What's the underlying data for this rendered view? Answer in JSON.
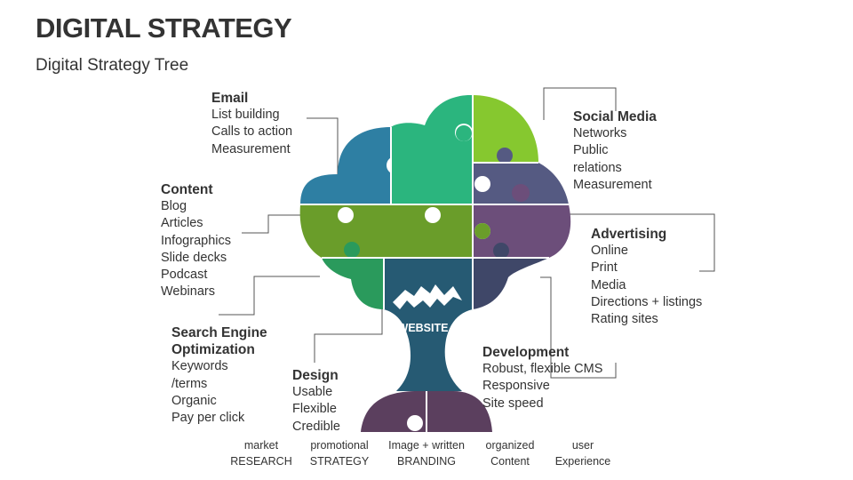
{
  "title": "DIGITAL STRATEGY",
  "subtitle": "Digital Strategy Tree",
  "center_label": "WEBSITE",
  "colors": {
    "email": "#2E7FA3",
    "content": "#6A9D2A",
    "seo": "#2A9A5C",
    "website": "#265A73",
    "design": "#2BB57E",
    "social": "#86C82F",
    "social_lower": "#555A82",
    "advertising": "#6C4E7A",
    "development": "#3F4768",
    "root": "#5B3F5E",
    "connector": "#555555"
  },
  "branches": {
    "email": {
      "heading": "Email",
      "items": [
        "List building",
        "Calls to action",
        "Measurement"
      ]
    },
    "content": {
      "heading": "Content",
      "items": [
        "Blog",
        "Articles",
        "Infographics",
        "Slide decks",
        "Podcast",
        "Webinars"
      ]
    },
    "seo": {
      "heading_lines": [
        "Search Engine",
        "Optimization"
      ],
      "items": [
        "Keywords",
        "/terms",
        "Organic",
        "Pay  per click"
      ]
    },
    "design": {
      "heading": "Design",
      "items": [
        "Usable",
        "Flexible",
        "Credible"
      ]
    },
    "social": {
      "heading": "Social Media",
      "items": [
        "Networks",
        "Public",
        "relations",
        "Measurement"
      ]
    },
    "advertising": {
      "heading": "Advertising",
      "items": [
        "Online",
        "Print",
        "Media",
        "Directions + listings",
        "Rating sites"
      ]
    },
    "development": {
      "heading": "Development",
      "items": [
        "Robust, flexible CMS",
        "Responsive",
        "Site speed"
      ]
    }
  },
  "footer": [
    {
      "line1": "market",
      "line2": "RESEARCH"
    },
    {
      "line1": "promotional",
      "line2": "STRATEGY"
    },
    {
      "line1": "Image + written",
      "line2": "BRANDING"
    },
    {
      "line1": "organized",
      "line2": "Content"
    },
    {
      "line1": "user",
      "line2": "Experience"
    }
  ]
}
